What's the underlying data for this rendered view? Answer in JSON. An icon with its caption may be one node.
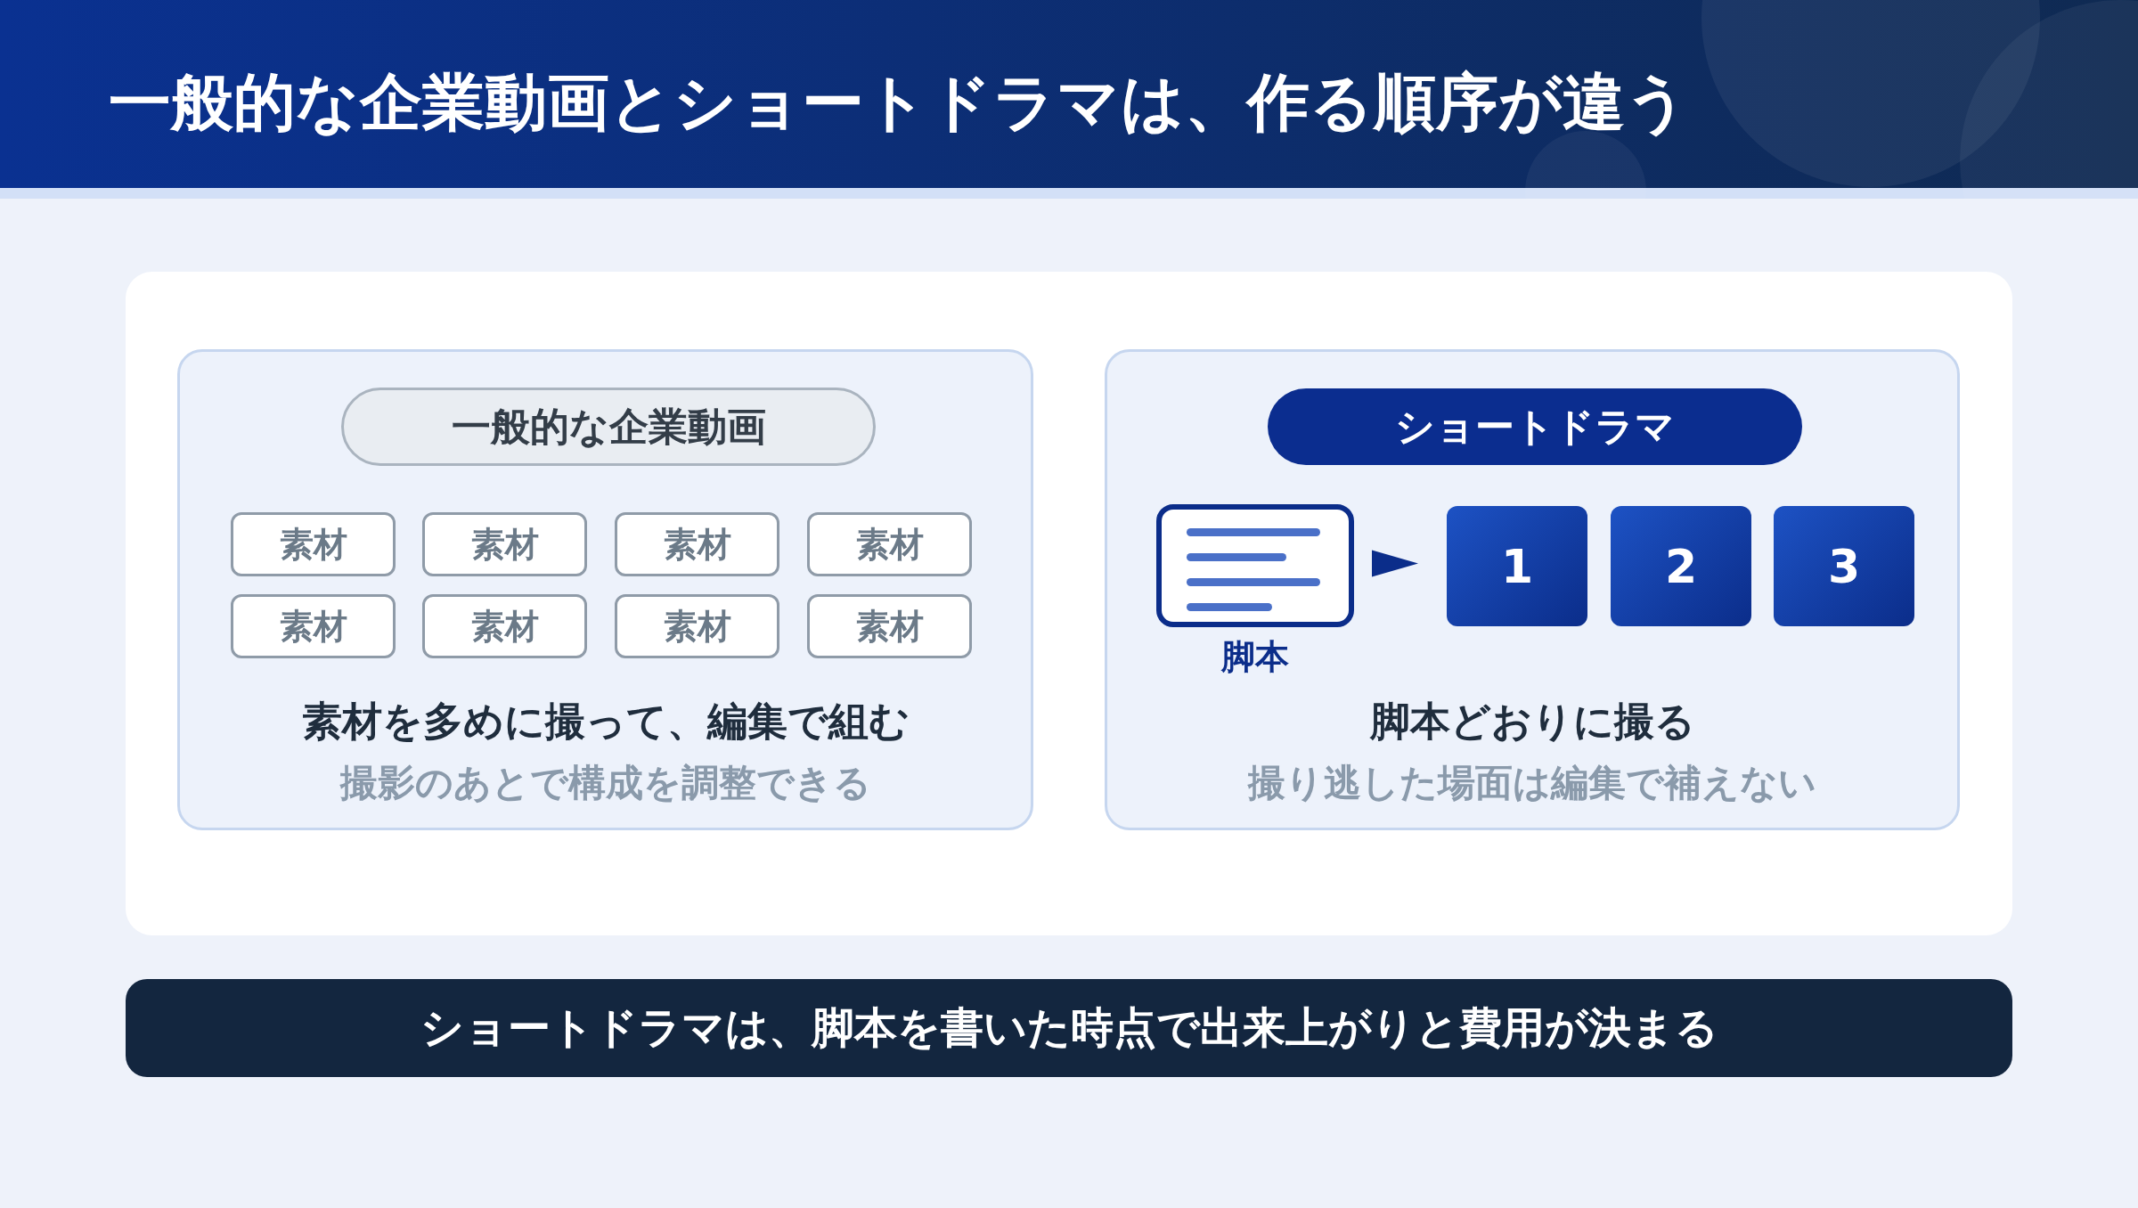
{
  "diagram": {
    "title": "一般的な企業動画とショートドラマは、作る順序が違う",
    "nodes": [
      {
        "text": [
          "素材を多めに撮って、編集で組む",
          "撮影のあとで構成を調整できる"
        ]
      },
      {
        "text": [
          "一般的な企業動画"
        ],
        "in": 0
      },
      {
        "text": [
          "素材"
        ],
        "in": 0
      },
      {
        "text": [
          "素材"
        ],
        "in": 0
      },
      {
        "text": [
          "素材"
        ],
        "in": 0
      },
      {
        "text": [
          "素材"
        ],
        "in": 0
      },
      {
        "text": [
          "素材"
        ],
        "in": 0
      },
      {
        "text": [
          "素材"
        ],
        "in": 0
      },
      {
        "text": [
          "素材"
        ],
        "in": 0
      },
      {
        "text": [
          "素材"
        ],
        "in": 0
      },
      {
        "text": [
          "脚本どおりに撮る",
          "撮り逃した場面は編集で補えない"
        ]
      },
      {
        "text": [
          "ショートドラマ"
        ],
        "in": 10
      },
      {
        "text": [],
        "shape": "box",
        "beside": [
          "脚本"
        ],
        "in": 10
      },
      {
        "text": [
          "1"
        ],
        "in": 10
      },
      {
        "text": [
          "2"
        ],
        "in": 10
      },
      {
        "text": [
          "3"
        ],
        "in": 10
      },
      {
        "text": [
          "ショートドラマは、脚本を書いた時点で出来上がりと費用が決まる"
        ]
      }
    ],
    "edges": [
      {
        "from": 12,
        "to": 13,
        "arrow": "to"
      }
    ]
  }
}
